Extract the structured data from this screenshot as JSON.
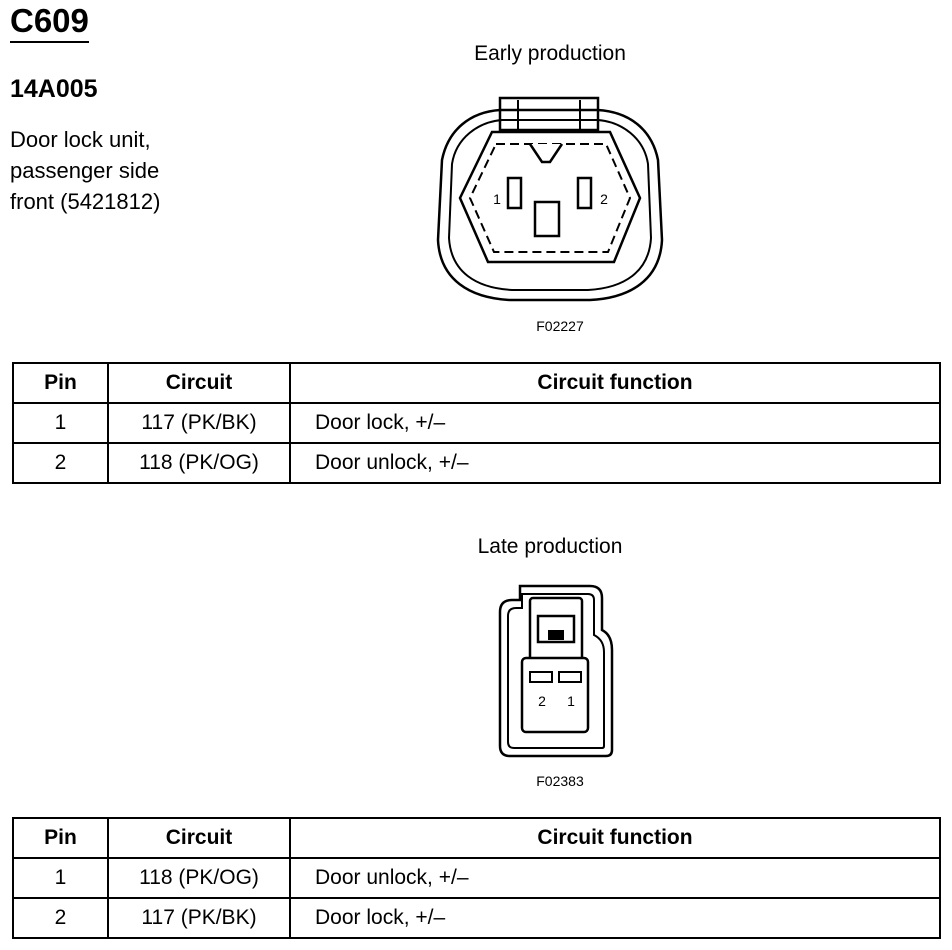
{
  "connector": {
    "id": "C609",
    "part_number": "14A005",
    "description_lines": [
      "Door lock unit,",
      "passenger side",
      "front (5421812)"
    ]
  },
  "early": {
    "caption": "Early production",
    "figure_code": "F02227",
    "pin_labels": [
      "1",
      "2"
    ],
    "table": {
      "headers": [
        "Pin",
        "Circuit",
        "Circuit function"
      ],
      "rows": [
        {
          "pin": "1",
          "circuit": "117 (PK/BK)",
          "function": "Door lock, +/–"
        },
        {
          "pin": "2",
          "circuit": "118 (PK/OG)",
          "function": "Door unlock, +/–"
        }
      ]
    }
  },
  "late": {
    "caption": "Late production",
    "figure_code": "F02383",
    "pin_labels": [
      "2",
      "1"
    ],
    "table": {
      "headers": [
        "Pin",
        "Circuit",
        "Circuit function"
      ],
      "rows": [
        {
          "pin": "1",
          "circuit": "118 (PK/OG)",
          "function": "Door unlock, +/–"
        },
        {
          "pin": "2",
          "circuit": "117 (PK/BK)",
          "function": "Door lock, +/–"
        }
      ]
    }
  }
}
